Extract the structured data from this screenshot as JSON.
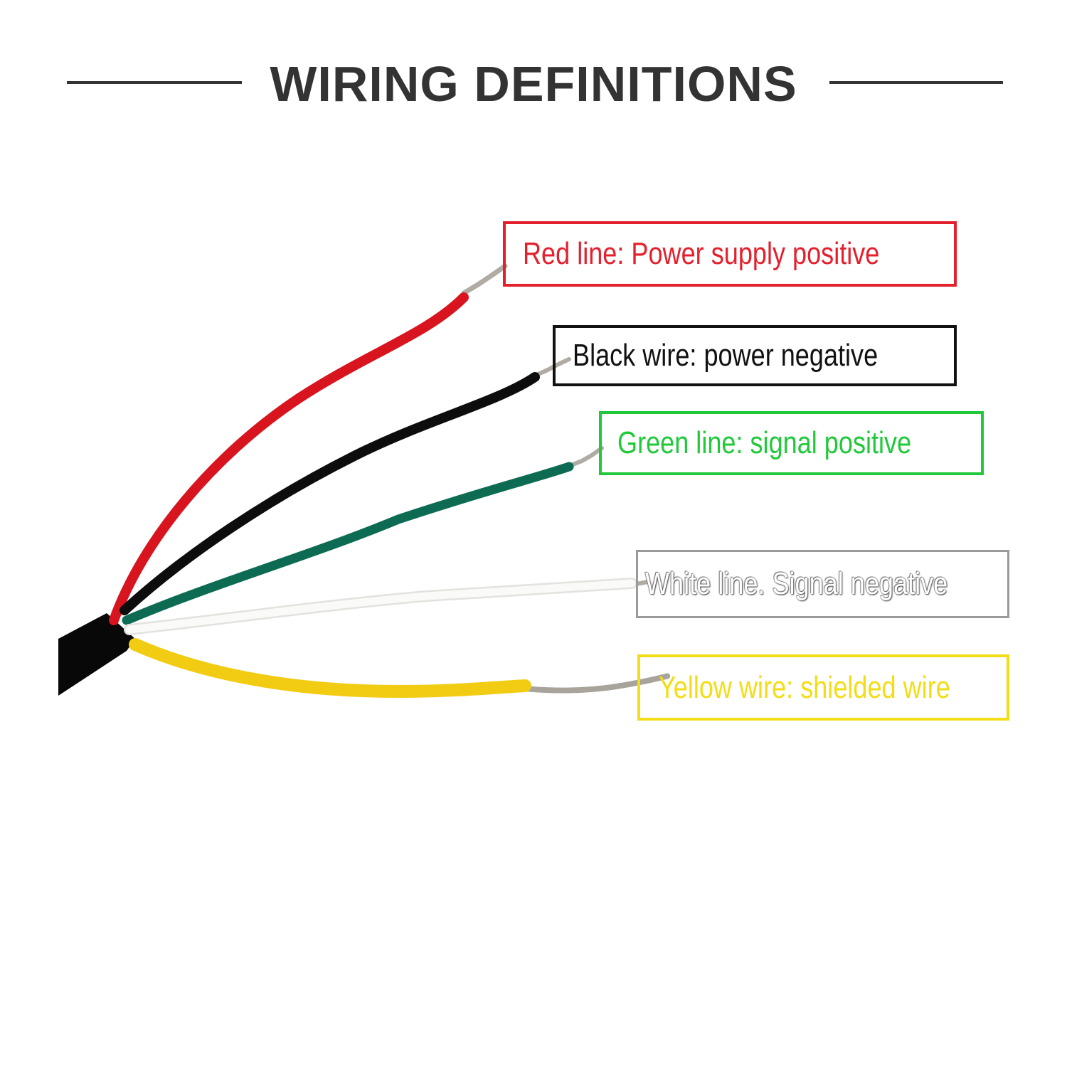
{
  "header": {
    "title": "WIRING DEFINITIONS"
  },
  "wires": [
    {
      "id": "red",
      "label": "Red line: Power supply positive",
      "color": "#e4202d"
    },
    {
      "id": "black",
      "label": "Black wire: power negative",
      "color": "#111111"
    },
    {
      "id": "green",
      "label": "Green line: signal positive",
      "color": "#21c93a"
    },
    {
      "id": "white",
      "label": "White line. Signal negative",
      "color": "#ffffff"
    },
    {
      "id": "yellow",
      "label": "Yellow wire: shielded wire",
      "color": "#f2dd16"
    }
  ],
  "insulation_colors": {
    "red": "#d8141f",
    "black": "#0d0d0d",
    "green": "#0c6b52",
    "white": "#f4f4f0",
    "yellow": "#f2cc12",
    "conductor": "#b0aca4",
    "jacket": "#080808"
  }
}
